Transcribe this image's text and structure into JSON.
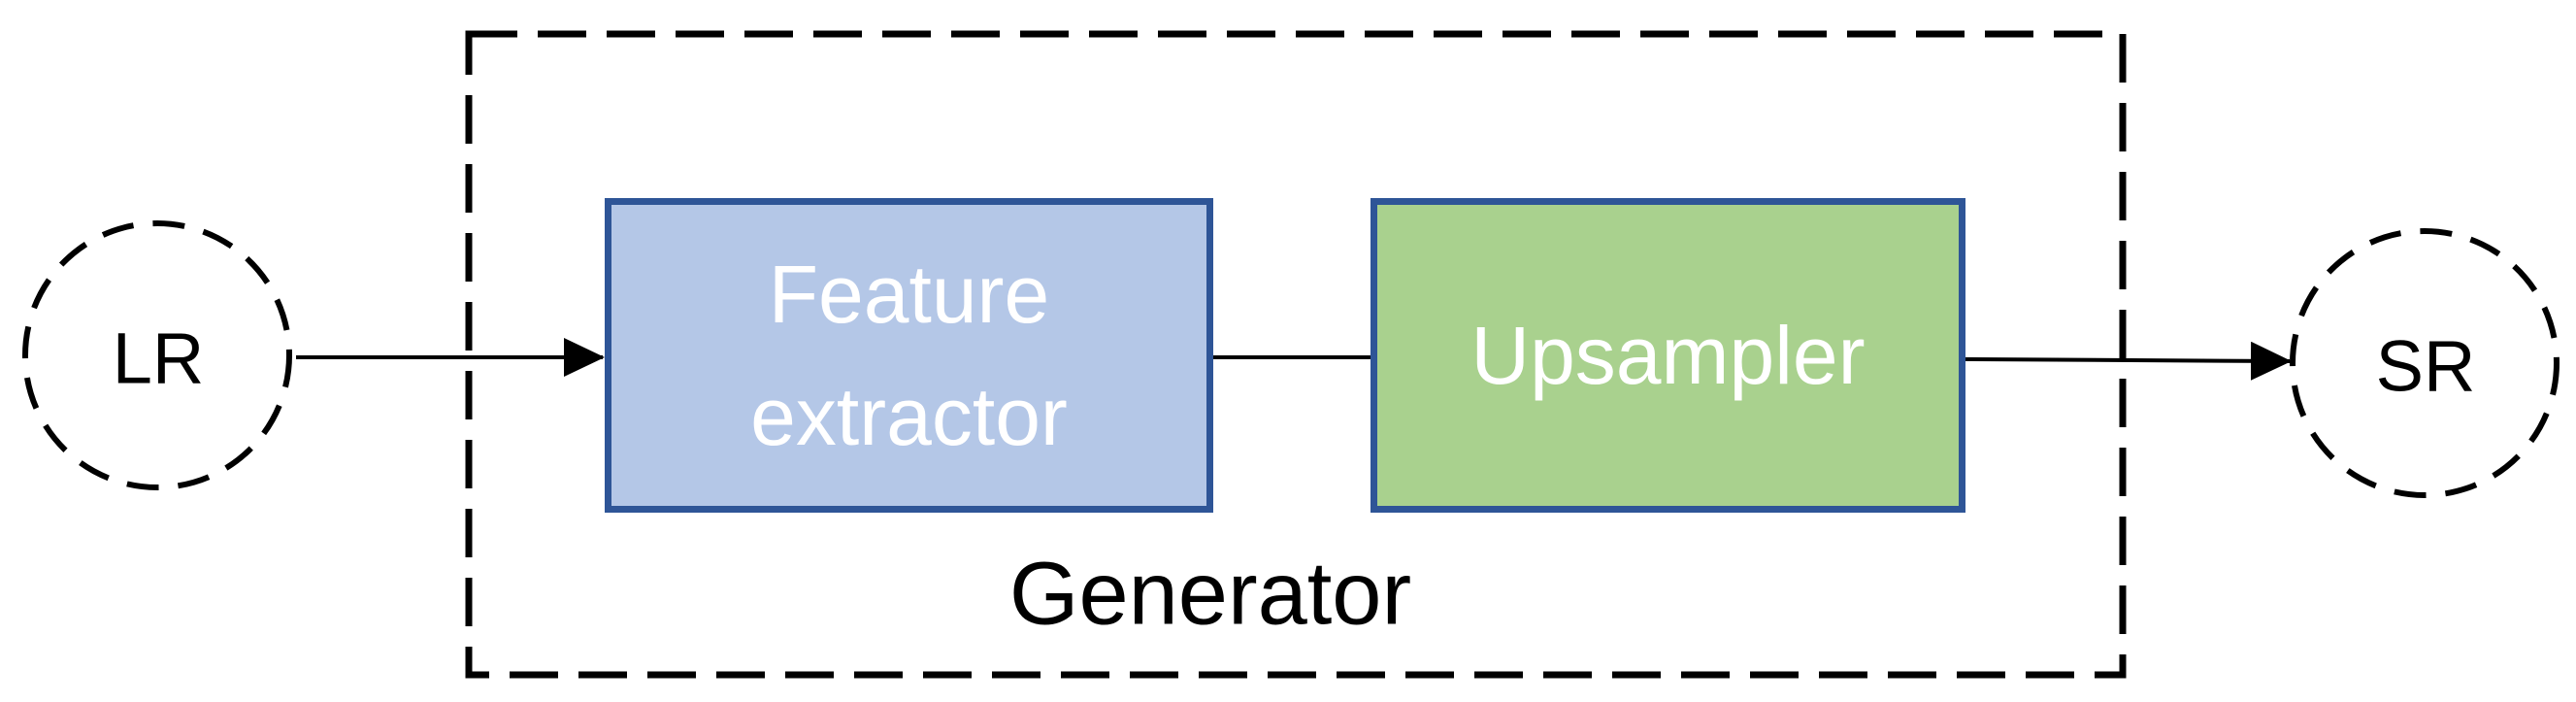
{
  "diagram": {
    "nodes": {
      "lr": {
        "label": "LR",
        "shape": "dashed-circle"
      },
      "feature_extractor": {
        "label": "Feature extractor",
        "fill": "#B4C7E7",
        "border": "#2E5597",
        "text_color": "#FFFFFF"
      },
      "upsampler": {
        "label": "Upsampler",
        "fill": "#A9D18E",
        "border": "#2E5597",
        "text_color": "#FFFFFF"
      },
      "sr": {
        "label": "SR",
        "shape": "dashed-circle"
      },
      "generator_group": {
        "label": "Generator",
        "shape": "dashed-rectangle"
      }
    },
    "edges": [
      {
        "from": "LR",
        "to": "Feature extractor",
        "arrowhead": true
      },
      {
        "from": "Feature extractor",
        "to": "Upsampler",
        "arrowhead": false
      },
      {
        "from": "Upsampler",
        "to": "SR",
        "arrowhead": true
      }
    ],
    "colors": {
      "background": "#FFFFFF",
      "line": "#000000",
      "label_text": "#000000"
    }
  }
}
